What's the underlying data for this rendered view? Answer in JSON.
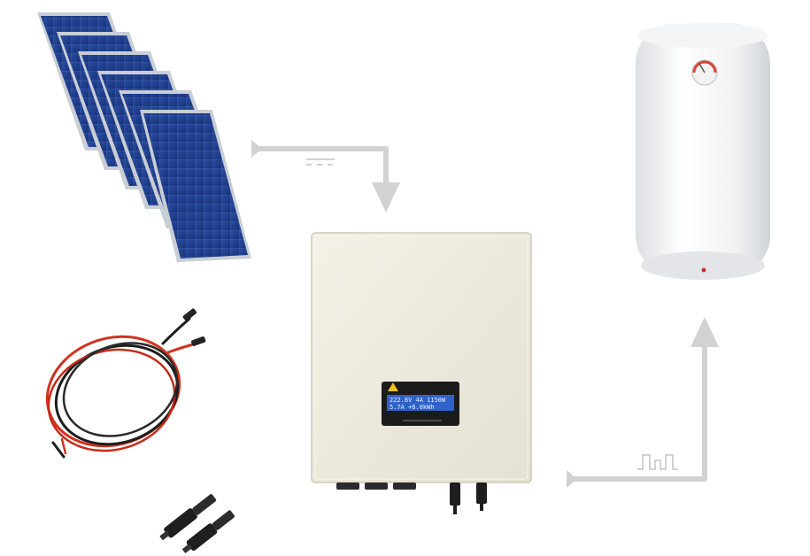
{
  "scene": {
    "components": [
      {
        "name": "solar-panels",
        "count": 6,
        "color": "#1f3f8c"
      },
      {
        "name": "charge-controller"
      },
      {
        "name": "water-heater"
      },
      {
        "name": "solar-cable-red-black"
      },
      {
        "name": "mc4-connectors"
      }
    ],
    "flow_arrows": [
      {
        "name": "dc-arrow",
        "symbol": "dc",
        "color": "#d4d4d4"
      },
      {
        "name": "ac-arrow",
        "symbol": "ac-square-wave",
        "color": "#d4d4d4"
      }
    ]
  },
  "controller": {
    "lcd": {
      "line1": "222.8V  4A  1150W",
      "line2": "5.7A    +6.0kWh"
    },
    "brand_small": "",
    "caption_small": ""
  },
  "colors": {
    "panel_blue": "#203f8e",
    "panel_frame": "#c9ced6",
    "controller_body": "#efece0",
    "lcd_bg": "#2f62c9",
    "arrow": "#d0d0d0",
    "cable_red": "#d2321e",
    "cable_black": "#1d1d1d"
  }
}
